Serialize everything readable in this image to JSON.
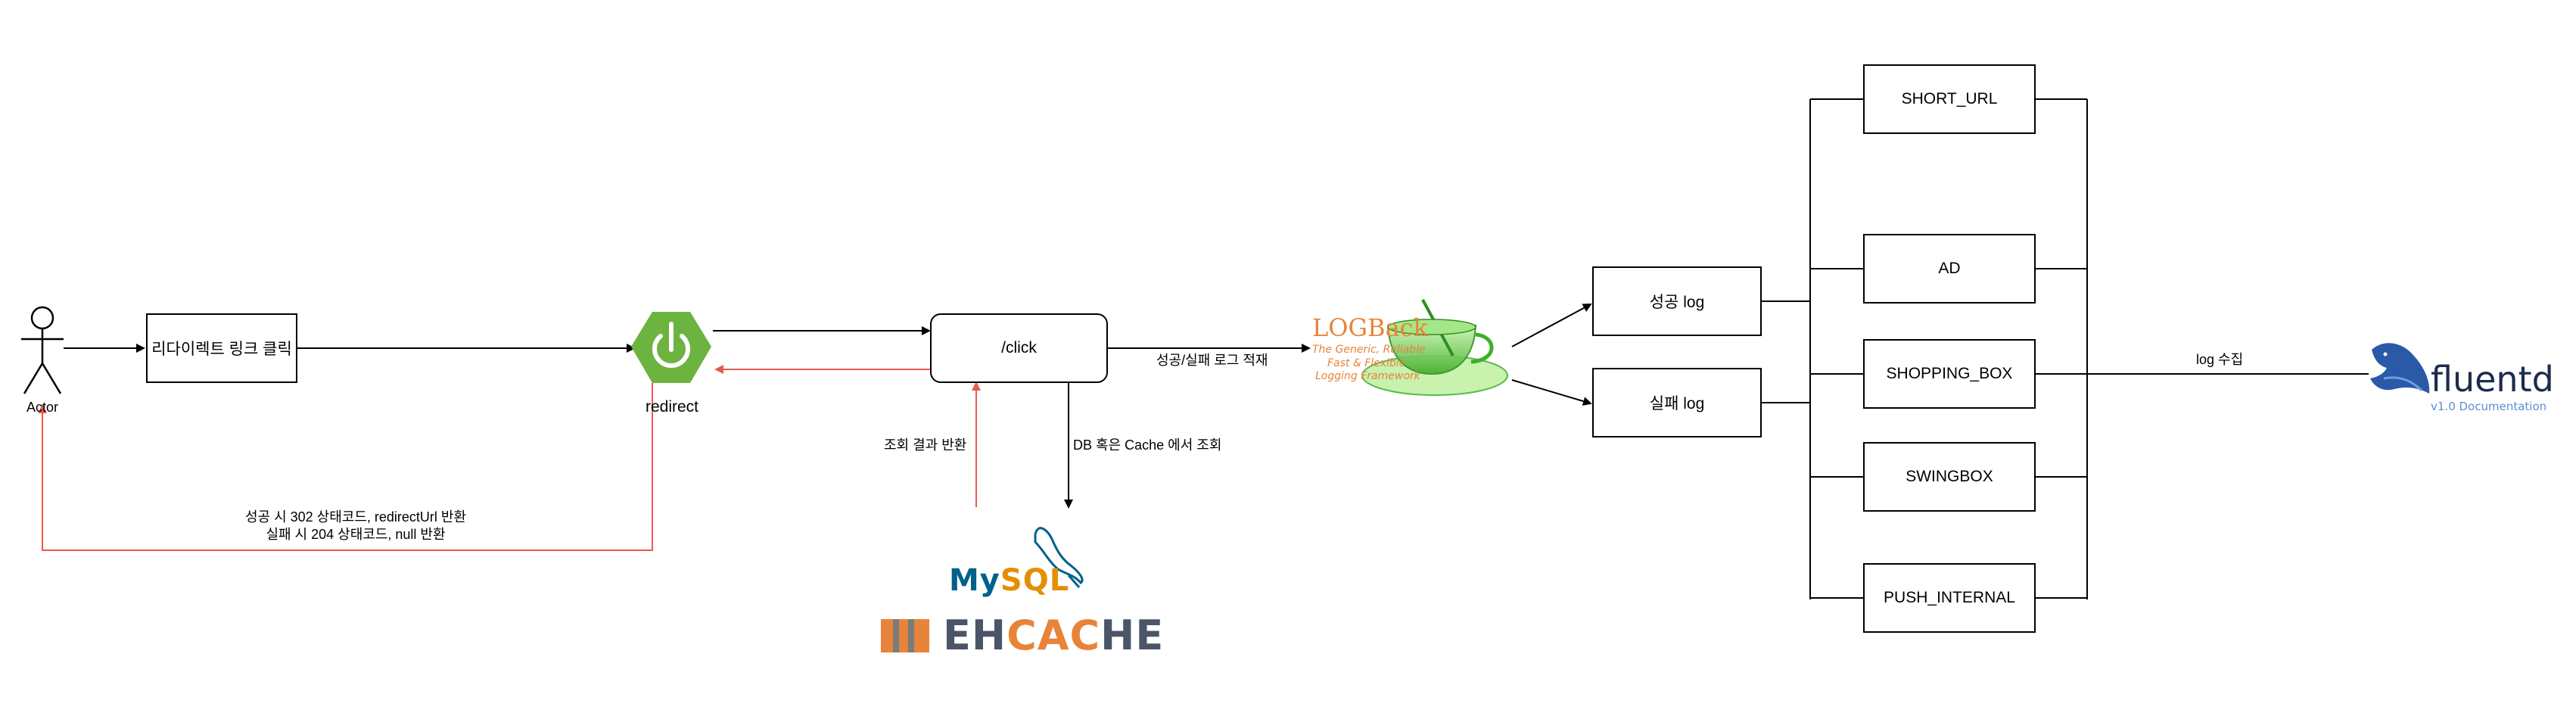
{
  "actor": {
    "label": "Actor"
  },
  "click_link": {
    "label": "리다이렉트 링크 클릭"
  },
  "redirect": {
    "label": "redirect"
  },
  "click_endpoint": {
    "label": "/click"
  },
  "return_note": {
    "line1": "성공 시 302 상태코드, redirectUrl 반환",
    "line2": "실패 시 204 상태코드, null 반환"
  },
  "query_result": {
    "label": "조회 결과 반환"
  },
  "db_query": {
    "label": "DB 혹은 Cache 에서 조회"
  },
  "log_write": {
    "label": "성공/실패 로그 적재"
  },
  "mysql": {
    "label": "MySQL"
  },
  "ehcache": {
    "label": "EHCACHE"
  },
  "logback": {
    "title": "LOGBack",
    "tagline1": "The Generic, Reliable",
    "tagline2": "Fast & Flexible",
    "tagline3": "Logging Framework"
  },
  "success_log": {
    "label": "성공 log"
  },
  "fail_log": {
    "label": "실패 log"
  },
  "categories": [
    "SHORT_URL",
    "AD",
    "SHOPPING_BOX",
    "SWINGBOX",
    "PUSH_INTERNAL"
  ],
  "log_collect": {
    "label": "log 수집"
  },
  "fluentd": {
    "name": "fluentd",
    "sub": "v1.0 Documentation"
  },
  "colors": {
    "return_arrow": "#e85a4f",
    "spring_green": "#6db33f",
    "mysql_blue": "#00618a",
    "mysql_orange": "#e48e00",
    "ehcache_gray": "#4a5568",
    "ehcache_orange": "#e8833a",
    "fluentd_blue": "#2a59a8"
  }
}
